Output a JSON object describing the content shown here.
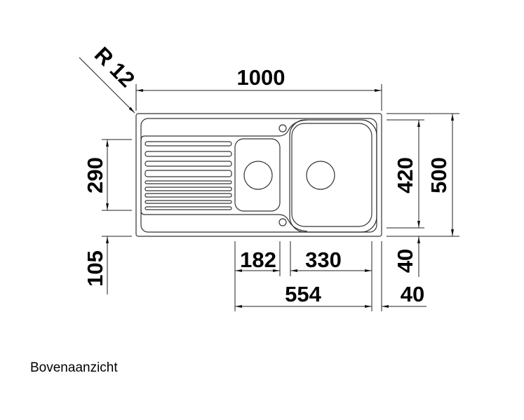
{
  "drawing": {
    "dimensions": {
      "radius": "R 12",
      "total_width": "1000",
      "drainer_depth": "290",
      "front_offset": "105",
      "bowl_depth": "420",
      "total_depth": "500",
      "rear_margin": "40",
      "small_bowl_width": "182",
      "large_bowl_width": "330",
      "bowls_span": "554",
      "side_margin": "40"
    },
    "colors": {
      "line": "#222222",
      "background": "#ffffff"
    }
  },
  "caption": "Bovenaanzicht"
}
